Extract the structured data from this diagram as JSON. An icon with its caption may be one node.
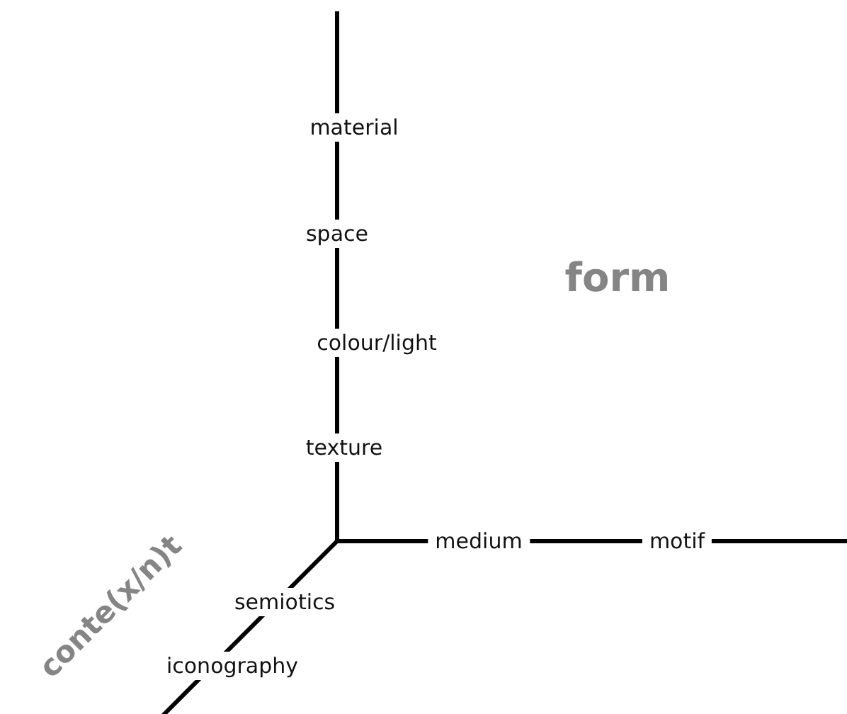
{
  "diagram": {
    "labels": [
      "material",
      "space",
      "form",
      "colour/light",
      "texture",
      "conte(x/n)t",
      "medium",
      "motif",
      "semiotics",
      "iconography"
    ]
  }
}
